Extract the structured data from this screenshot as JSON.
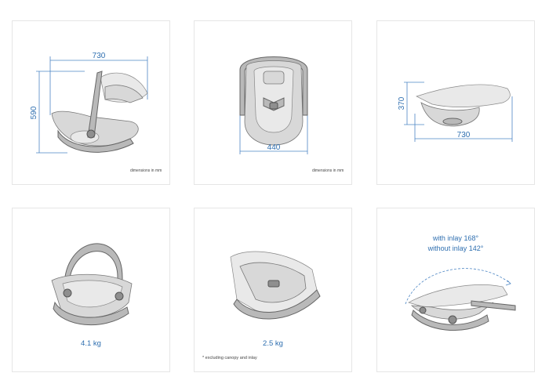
{
  "cards": [
    {
      "width_label": "730",
      "height_label": "590",
      "unit_note": "dimensions in mm"
    },
    {
      "width_label": "440",
      "unit_note": "dimensions in mm"
    },
    {
      "width_label": "730",
      "height_label": "370"
    },
    {
      "weight": "4.1 kg"
    },
    {
      "weight": "2.5 kg",
      "note": "* excluding canopy and inlay"
    },
    {
      "angle_with": "with inlay 168°",
      "angle_without": "without inlay 142°"
    }
  ],
  "colors": {
    "dimension": "#2f6fb0",
    "border": "#e6e6e6"
  }
}
